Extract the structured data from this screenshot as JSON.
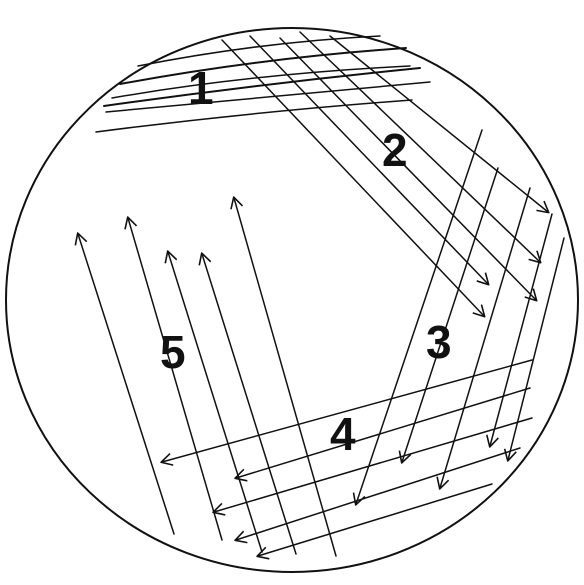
{
  "zones": [
    {
      "id": "zone-1",
      "label": "1"
    },
    {
      "id": "zone-2",
      "label": "2"
    },
    {
      "id": "zone-3",
      "label": "3"
    },
    {
      "id": "zone-4",
      "label": "4"
    },
    {
      "id": "zone-5",
      "label": "5"
    }
  ],
  "colors": {
    "stroke": "#111111",
    "background": "#ffffff"
  }
}
